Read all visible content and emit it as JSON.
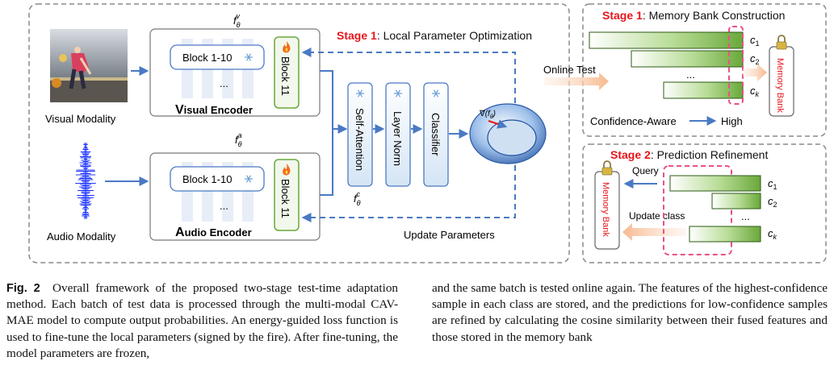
{
  "stage1_local": {
    "prefix": "Stage 1",
    "rest": ": Local Parameter Optimization"
  },
  "inputs": {
    "visual_label": "Visual  Modality",
    "audio_label": "Audio  Modality"
  },
  "visual_encoder": {
    "symbol_main": "f",
    "symbol_sub": "θ",
    "symbol_sup": "v",
    "block_label": "Block 1-10",
    "ellipsis": "...",
    "block11_label": "Block 11",
    "title_first": "V",
    "title_rest": "isual Encoder"
  },
  "audio_encoder": {
    "symbol_main": "f",
    "symbol_sub": "θ",
    "symbol_sup": "a",
    "block_label": "Block 1-10",
    "ellipsis": "...",
    "block11_label": "Block 11",
    "title_first": "A",
    "title_rest": "udio Encoder"
  },
  "fusion": {
    "self_attention": "Self-Attention",
    "layer_norm": "Layer Norm",
    "classifier": "Classifier",
    "symbol_main": "f",
    "symbol_sub": "θ",
    "symbol_sup": "c"
  },
  "gradient": {
    "nabla": "∇",
    "label": "(f",
    "sub": "θ",
    "close": ")"
  },
  "update_parameters": "Update Parameters",
  "online_test": "Online Test",
  "stage1_memory": {
    "prefix": "Stage 1",
    "rest": ": Memory Bank Construction",
    "class_labels": [
      {
        "c": "c",
        "sub": "1"
      },
      {
        "c": "c",
        "sub": "2"
      },
      {
        "c": "c",
        "sub": "k"
      }
    ],
    "ellipsis": "...",
    "confidence_aware": "Confidence-Aware",
    "high": "High",
    "memory_bank": "Memory Bank"
  },
  "stage2": {
    "prefix": "Stage 2",
    "rest": ": Prediction Refinement",
    "query": "Query",
    "update_class": "Update class",
    "memory_bank": "Memory Bank",
    "class_labels": [
      {
        "c": "c",
        "sub": "1"
      },
      {
        "c": "c",
        "sub": "2"
      },
      {
        "c": "c",
        "sub": "k"
      }
    ],
    "ellipsis": "..."
  },
  "caption_left": {
    "label": "Fig. 2",
    "text": "Overall framework of the proposed two-stage test-time adaptation method. Each batch of test data is processed through the multi-modal CAV-MAE model to compute output probabilities. An energy-guided loss function is used to fine-tune the local parameters (signed by the fire). After fine-tuning, the model parameters are frozen,"
  },
  "caption_right": {
    "text": "and the same batch is tested online again. The features of the highest-confidence sample in each class are stored, and the predictions for low-confidence samples are refined by calculating the cosine similarity between their fused features and those stored in the memory bank"
  },
  "colors": {
    "stage_red": "#e8151b",
    "arrow_blue": "#4a79c4",
    "bar_green": "#7cb94a",
    "dash_pink": "#e8508a"
  }
}
